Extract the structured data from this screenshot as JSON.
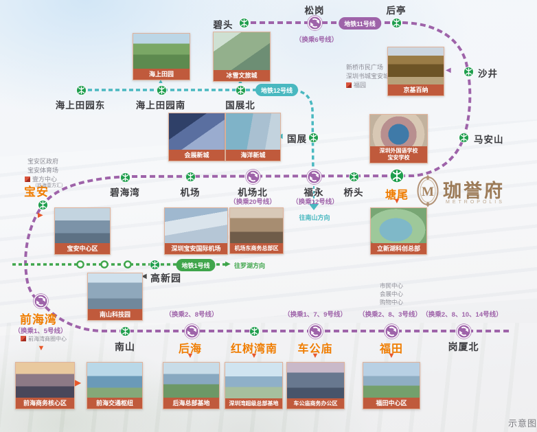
{
  "colors": {
    "line11": "#9e63a9",
    "line12": "#49b8c0",
    "line1": "#3fa54b",
    "highlight_station": "#f07d00",
    "caption_bg": "#c05a3c",
    "logo_bronze": "#9c7b58"
  },
  "lines": {
    "l11": {
      "label": "地铁11号线"
    },
    "l12": {
      "label": "地铁12号线",
      "direction": "往南山方向"
    },
    "l1": {
      "label": "地铁1号线",
      "direction": "往罗湖方向"
    }
  },
  "stations": {
    "bitou": {
      "name": "碧头"
    },
    "songgang": {
      "name": "松岗",
      "transfer": "（换乘6号线）"
    },
    "houting": {
      "name": "后亭"
    },
    "shajing": {
      "name": "沙井"
    },
    "maanshan": {
      "name": "马安山"
    },
    "haishangtianyuandong": {
      "name": "海上田园东"
    },
    "haishangtianyuannan": {
      "name": "海上田园南"
    },
    "guozhanbei": {
      "name": "国展北"
    },
    "guozhan": {
      "name": "国展"
    },
    "bihaiwan": {
      "name": "碧海湾"
    },
    "baoan": {
      "name": "宝安"
    },
    "jichang": {
      "name": "机场"
    },
    "jichangbei": {
      "name": "机场北",
      "transfer": "（换乘20号线）"
    },
    "fuyong": {
      "name": "福永",
      "transfer": "（换乘12号线）"
    },
    "qiaotou": {
      "name": "桥头"
    },
    "tangwei": {
      "name": "塘尾"
    },
    "gaoxinyuan": {
      "name": "高新园"
    },
    "qianhaiwan": {
      "name": "前海湾",
      "transfer": "（换乘1、5号线）"
    },
    "nanshan": {
      "name": "南山"
    },
    "houhai": {
      "name": "后海",
      "transfer": "（换乘2、8号线）"
    },
    "hongshuwannan": {
      "name": "红树湾南"
    },
    "chegongmiao": {
      "name": "车公庙",
      "transfer": "（换乘1、7、9号线）"
    },
    "futian": {
      "name": "福田",
      "transfer": "（换乘2、8、3号线）"
    },
    "gangxiabei": {
      "name": "岗厦北",
      "transfer": "（换乘2、8、10、14号线）"
    }
  },
  "photos": {
    "haishangtianyuan": {
      "caption": "海上田园"
    },
    "bingxuewenlv": {
      "caption": "冰雪文旅城"
    },
    "jingjibaina": {
      "caption": "京基百纳"
    },
    "huizhanxincheng": {
      "caption": "会展新城"
    },
    "haiyangxincheng": {
      "caption": "海洋新城"
    },
    "shenwaischool": {
      "caption": "深圳外国语学校",
      "caption2": "宝安学校"
    },
    "baoanzhongxinqu": {
      "caption": "宝安中心区"
    },
    "baoanairport": {
      "caption": "深圳宝安国际机场"
    },
    "jichangdong": {
      "caption": "机场东商务总部区"
    },
    "lixinhu": {
      "caption": "立新湖科创总部"
    },
    "nanshankejiyuan": {
      "caption": "南山科技园"
    },
    "qianhaishangwu": {
      "caption": "前海商务核心区"
    },
    "qianhaijiaotong": {
      "caption": "前海交通枢纽"
    },
    "houhaizongbu": {
      "caption": "后海总部基地"
    },
    "shenzhenwan": {
      "caption": "深圳湾超级总部基地"
    },
    "chegongmiaoshangwu": {
      "caption": "车公庙商务办公区"
    },
    "futianzhongxinqu": {
      "caption": "福田中心区"
    }
  },
  "landmarks": {
    "shajing": [
      "新桥市民广场",
      "深圳书城宝安城"
    ],
    "shajing_logo": "福园",
    "baoan": [
      "宝安区政府",
      "宝安体育场"
    ],
    "baoan_logo": "壹方中心",
    "baoan_logo_sub": "（玖海壹方汇）",
    "qianhaiwan_logo": "前海湾商圈中心",
    "futian": [
      "市民中心",
      "会展中心",
      "购物中心"
    ]
  },
  "logo": {
    "monogram": "M",
    "name": "珈誉府",
    "latin": "METROPOLIS"
  },
  "footer": {
    "note": "示意图"
  }
}
